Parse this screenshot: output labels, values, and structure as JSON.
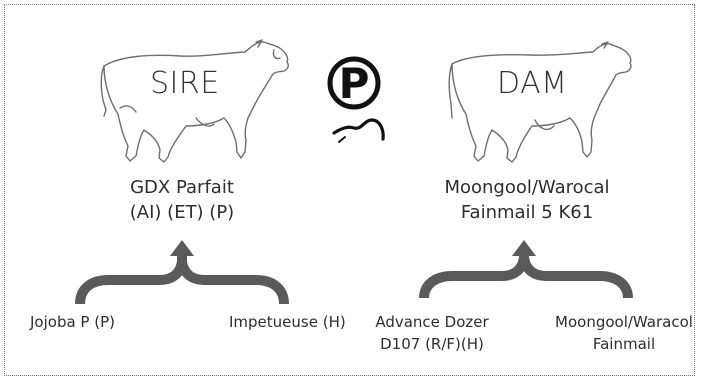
{
  "sire": {
    "label": "SIRE",
    "name_lines": [
      "GDX Parfait",
      "(AI) (ET) (P)"
    ],
    "grandsire": "Jojoba P (P)",
    "granddam": "Impetueuse (H)"
  },
  "dam": {
    "label": "DAM",
    "name_lines": [
      "Moongool/Warocal",
      "Fainmail 5 K61"
    ],
    "grandsire_lines": [
      "Advance Dozer",
      "D107 (R/F)(H)"
    ],
    "granddam_lines": [
      "Moongool/Waracol",
      "Fainmail"
    ]
  },
  "polled_symbol": {
    "letter": "P",
    "icon": "polled-p-symbol"
  },
  "colors": {
    "bracket": "#5a5a5a",
    "outline": "#6e6e6e",
    "text": "#2e2e2e"
  }
}
